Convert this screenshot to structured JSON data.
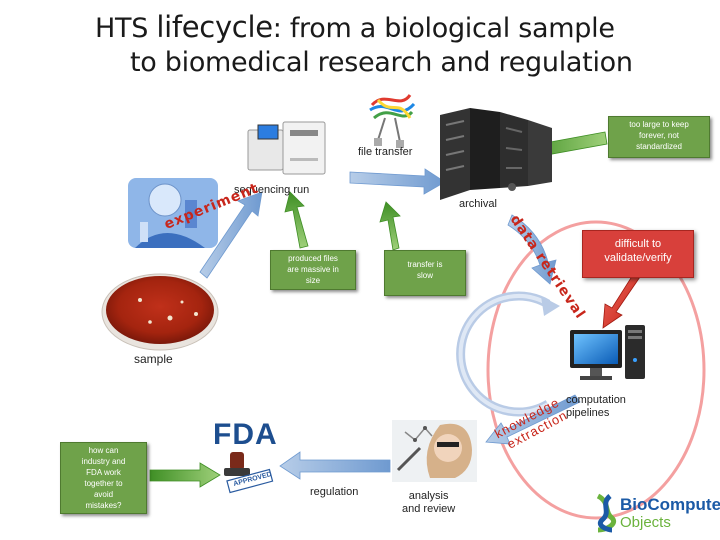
{
  "title": {
    "line1_prefix": "HTS ",
    "line1_word": "lifecycle",
    "line1_rest": ": from a biological sample",
    "line2": "to biomedical research and regulation"
  },
  "labels": {
    "file_transfer": "file transfer",
    "sequencing_run": "sequencing run",
    "archival": "archival",
    "sample": "sample",
    "computation_pipelines_1": "computation",
    "computation_pipelines_2": "pipelines",
    "regulation": "regulation",
    "analysis_review_1": "analysis",
    "analysis_review_2": "and review",
    "fda": "FDA",
    "stamp": "APPROVED",
    "logo_line1": "BioCompute",
    "logo_line2": "Objects"
  },
  "curved_text": {
    "experiment": "experiment",
    "data_retrieval": "data retrieval",
    "knowledge_extraction_1": "knowledge",
    "knowledge_extraction_2": "extraction"
  },
  "boxes": {
    "storage_note": [
      "too large to keep",
      "forever, not",
      "standardized"
    ],
    "produced_files": [
      "produced files",
      "are massive in",
      "size"
    ],
    "transfer_slow": [
      "transfer is",
      "slow"
    ],
    "industry_fda": [
      "how can",
      "industry and",
      "FDA work",
      "together to",
      "avoid",
      "mistakes?"
    ],
    "validate": [
      "difficult to",
      "validate/verify"
    ]
  },
  "colors": {
    "arrow_blue": "#7ea6d6",
    "arrow_green": "#5fa83a",
    "box_green": "#6fa24a",
    "box_red": "#d8403b",
    "ellipse": "#f4a0a0",
    "fda_blue": "#1d4e8f",
    "logo_green": "#6bb33d",
    "logo_blue": "#1b5aa6"
  }
}
